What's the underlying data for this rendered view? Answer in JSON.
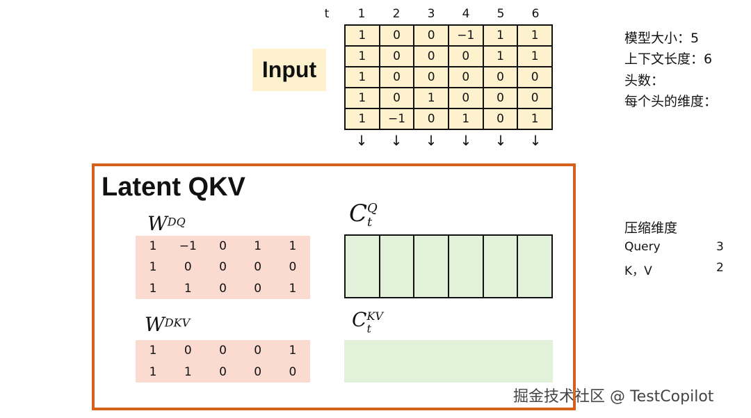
{
  "input": {
    "label": "Input",
    "t_label": "t",
    "columns": [
      "1",
      "2",
      "3",
      "4",
      "5",
      "6"
    ],
    "rows": [
      [
        "1",
        "0",
        "0",
        "−1",
        "1",
        "1"
      ],
      [
        "1",
        "0",
        "0",
        "0",
        "1",
        "1"
      ],
      [
        "1",
        "0",
        "0",
        "0",
        "0",
        "0"
      ],
      [
        "1",
        "0",
        "1",
        "0",
        "0",
        "0"
      ],
      [
        "1",
        "−1",
        "0",
        "1",
        "0",
        "1"
      ]
    ],
    "arrow": "↓"
  },
  "info": {
    "model_size": "模型大小：5",
    "context_length": "上下文长度：6",
    "heads": "头数：",
    "head_dim": "每个头的维度：",
    "compression_title": "压缩维度",
    "compression": [
      {
        "label": "Query",
        "value": "3"
      },
      {
        "label": "K，V",
        "value": "2"
      }
    ]
  },
  "latent": {
    "title": "Latent QKV",
    "wdq": {
      "base": "W",
      "sup": "DQ"
    },
    "wdq_rows": [
      [
        "1",
        "−1",
        "0",
        "1",
        "1"
      ],
      [
        "1",
        "0",
        "0",
        "0",
        "0"
      ],
      [
        "1",
        "1",
        "0",
        "0",
        "1"
      ]
    ],
    "wdkv": {
      "base": "W",
      "sup": "DKV"
    },
    "wdkv_rows": [
      [
        "1",
        "0",
        "0",
        "0",
        "1"
      ],
      [
        "1",
        "1",
        "0",
        "0",
        "0"
      ]
    ],
    "cq": {
      "base": "C",
      "sup": "Q",
      "sub": "t"
    },
    "ckv": {
      "base": "C",
      "sup": "KV",
      "sub": "t"
    }
  },
  "watermark": "掘金技术社区 @ TestCopilot",
  "colors": {
    "input_fill": "#fdf2cd",
    "weight_fill": "#fbdbd0",
    "latent_fill": "#e2f1da",
    "latent_border": "#d2611c"
  }
}
